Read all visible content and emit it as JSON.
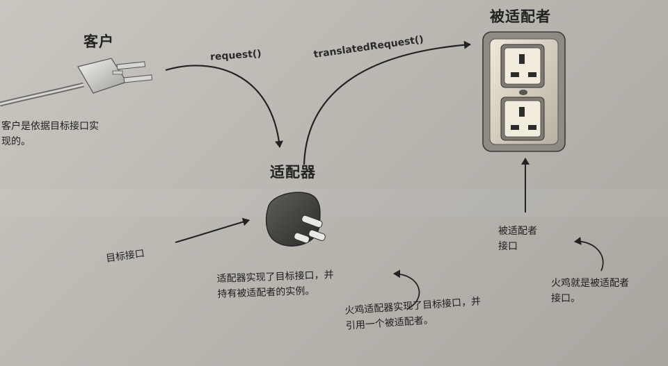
{
  "client": {
    "title": "客户",
    "note_line1": "客户是依据目标接口实",
    "note_line2": "现的。"
  },
  "adaptee": {
    "title": "被适配者",
    "interface_line1": "被适配者",
    "interface_line2": "接口",
    "turkey_note_line1": "火鸡就是被适配者",
    "turkey_note_line2": "接口。"
  },
  "adapter": {
    "title": "适配器",
    "note_line1": "适配器实现了目标接口，并",
    "note_line2": "持有被适配者的实例。",
    "turkey_note_line1": "火鸡适配器实现了目标接口，并",
    "turkey_note_line2": "引用一个被适配者。"
  },
  "target_interface": {
    "label": "目标接口"
  },
  "calls": {
    "request": "request()",
    "translated": "translatedRequest()"
  }
}
